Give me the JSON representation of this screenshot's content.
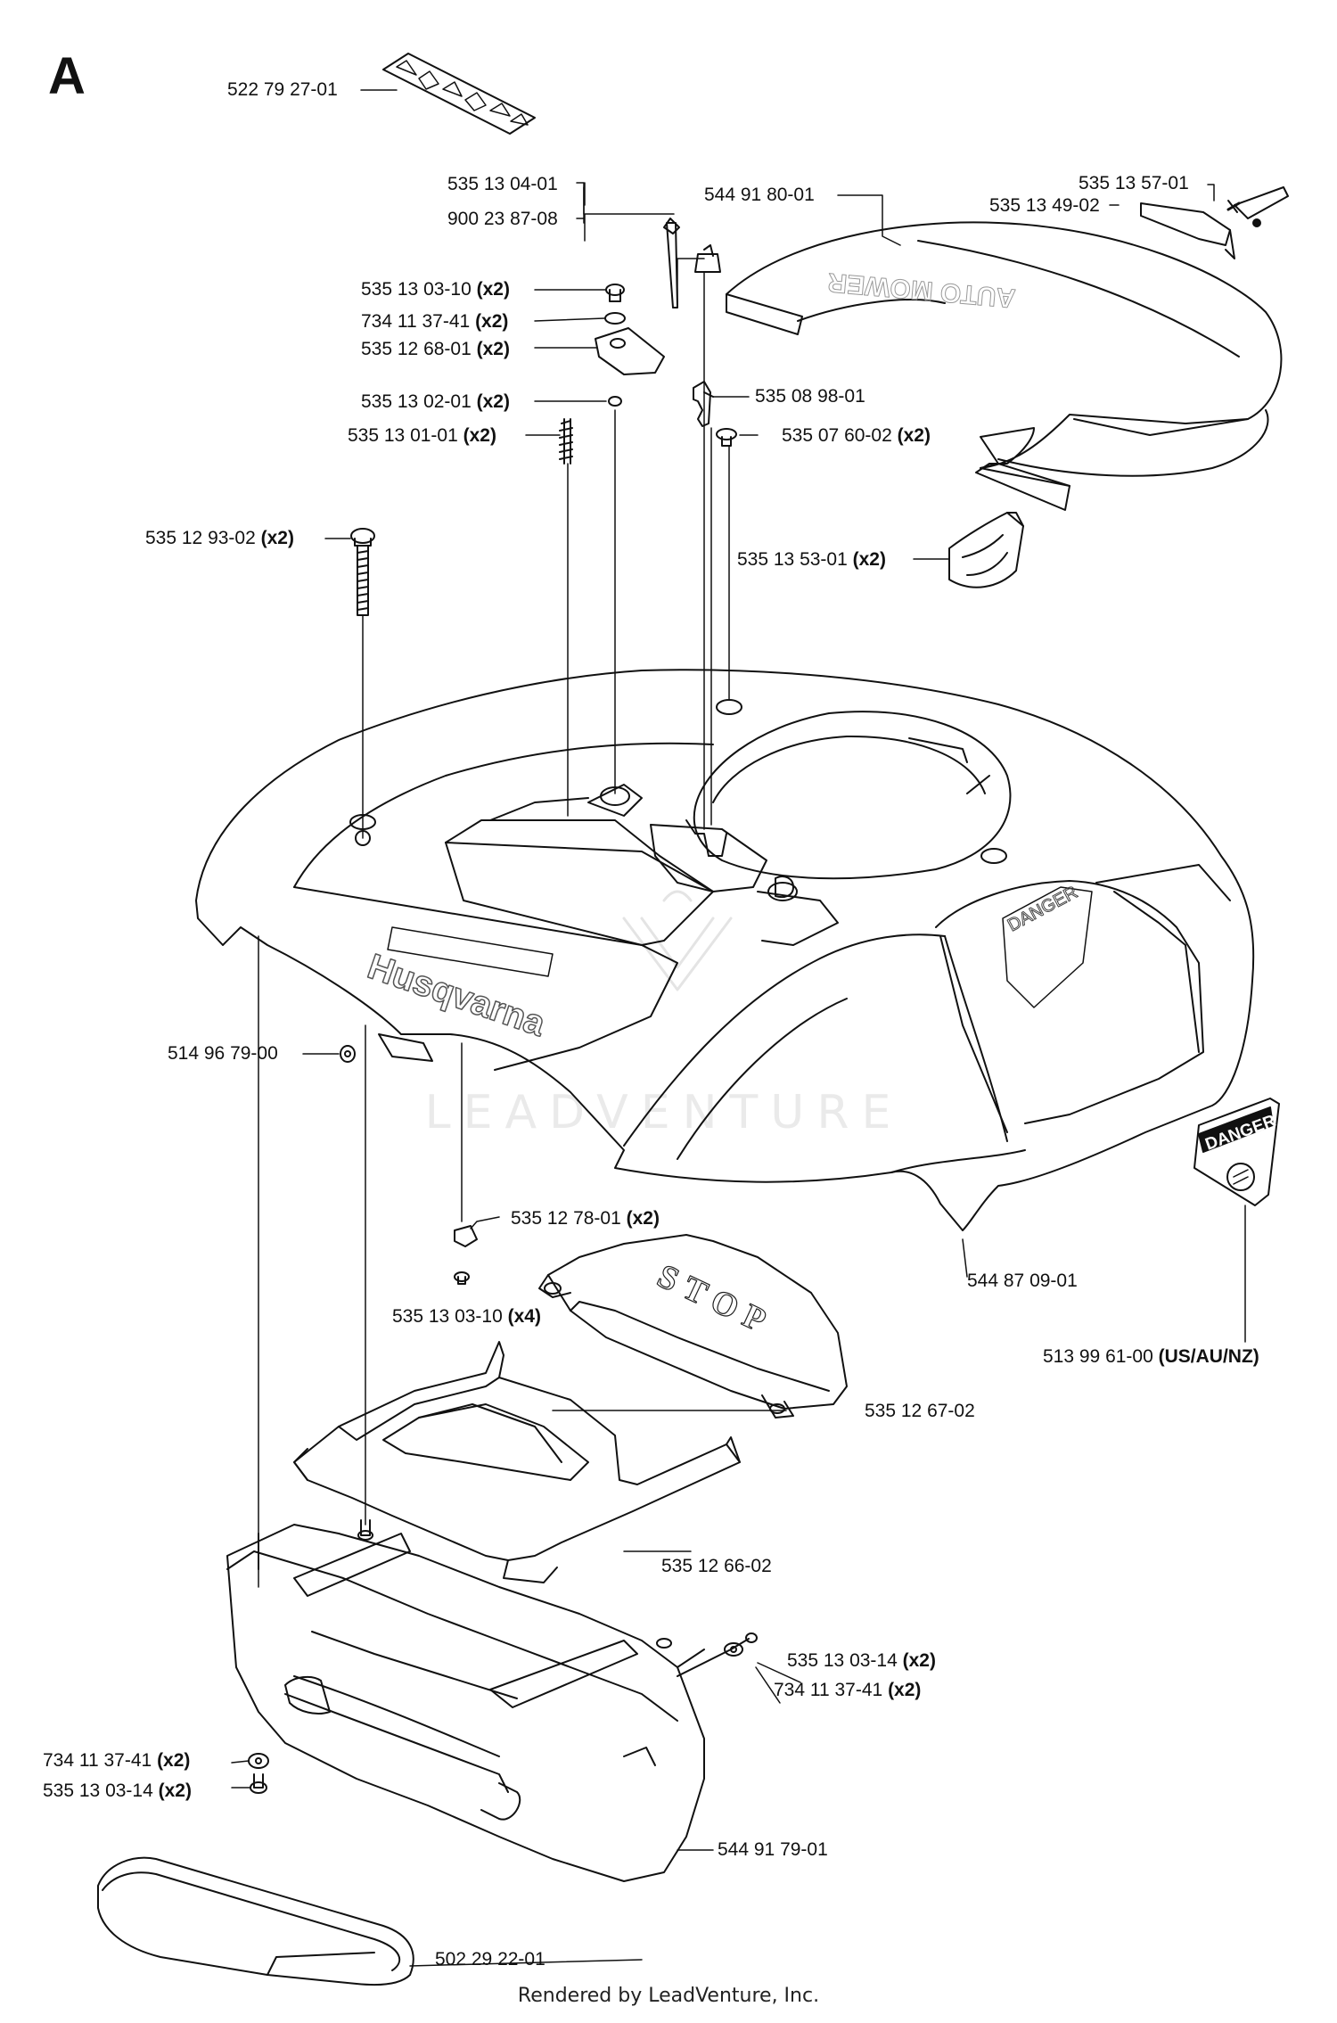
{
  "section": "A",
  "footer": "Rendered by LeadVenture, Inc.",
  "decals": {
    "danger_small_title": "DANGER",
    "danger_large_title": "DANGER",
    "husqvarna": "Husqvarna",
    "stop": "STOP",
    "auto_mower": "AUTO MOWER",
    "watermark": "LEADVENTURE"
  },
  "parts": [
    {
      "id": "p01",
      "num": "522 79 27-01",
      "qty": ""
    },
    {
      "id": "p02",
      "num": "535 13 04-01",
      "qty": ""
    },
    {
      "id": "p03",
      "num": "900 23 87-08",
      "qty": ""
    },
    {
      "id": "p04",
      "num": "544 91 80-01",
      "qty": ""
    },
    {
      "id": "p05",
      "num": "535 13 57-01",
      "qty": ""
    },
    {
      "id": "p06",
      "num": "535 13 49-02",
      "qty": ""
    },
    {
      "id": "p07",
      "num": "535 13 03-10",
      "qty": "(x2)"
    },
    {
      "id": "p08",
      "num": "734 11 37-41",
      "qty": "(x2)"
    },
    {
      "id": "p09",
      "num": "535 12 68-01",
      "qty": "(x2)"
    },
    {
      "id": "p10",
      "num": "535 13 02-01",
      "qty": "(x2)"
    },
    {
      "id": "p11",
      "num": "535 08 98-01",
      "qty": ""
    },
    {
      "id": "p12",
      "num": "535 13 01-01",
      "qty": "(x2)"
    },
    {
      "id": "p13",
      "num": "535 07 60-02",
      "qty": "(x2)"
    },
    {
      "id": "p14",
      "num": "535 12 93-02",
      "qty": "(x2)"
    },
    {
      "id": "p15",
      "num": "535 13 53-01",
      "qty": "(x2)"
    },
    {
      "id": "p16",
      "num": "514 96 79-00",
      "qty": ""
    },
    {
      "id": "p17",
      "num": "535 12 78-01",
      "qty": "(x2)"
    },
    {
      "id": "p18",
      "num": "544 87 09-01",
      "qty": ""
    },
    {
      "id": "p19",
      "num": "535 13 03-10",
      "qty": "(x4)"
    },
    {
      "id": "p20",
      "num": "513 99 61-00",
      "qty": "(US/AU/NZ)"
    },
    {
      "id": "p21",
      "num": "535 12 67-02",
      "qty": ""
    },
    {
      "id": "p22",
      "num": "535 12 66-02",
      "qty": ""
    },
    {
      "id": "p23",
      "num": "535 13 03-14",
      "qty": "(x2)"
    },
    {
      "id": "p24",
      "num": "734 11 37-41",
      "qty": "(x2)"
    },
    {
      "id": "p25",
      "num": "734 11 37-41",
      "qty": "(x2)"
    },
    {
      "id": "p26",
      "num": "535 13 03-14",
      "qty": "(x2)"
    },
    {
      "id": "p27",
      "num": "544 91 79-01",
      "qty": ""
    },
    {
      "id": "p28",
      "num": "502 29 22-01",
      "qty": ""
    }
  ]
}
